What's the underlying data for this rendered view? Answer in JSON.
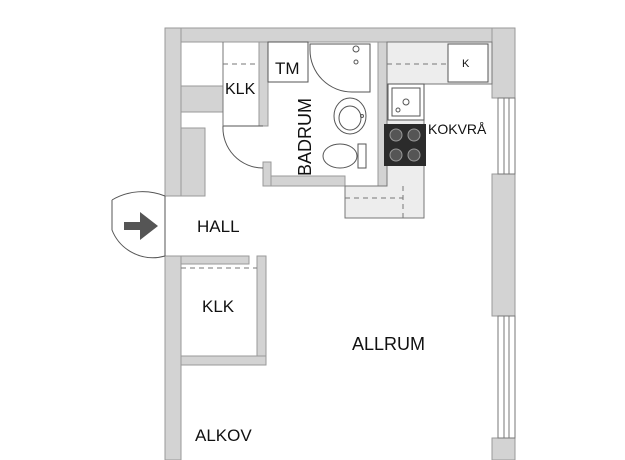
{
  "rooms": {
    "klk_top": "KLK",
    "tm": "TM",
    "badrum": "BADRUM",
    "k": "K",
    "kokvra": "KOKVRÅ",
    "hall": "HALL",
    "klk_bottom": "KLK",
    "allrum": "ALLRUM",
    "alkov": "ALKOV"
  },
  "icons": {
    "entrance": "entrance-arrow-icon",
    "door": "door-swing-icon",
    "shower": "shower-icon",
    "sink": "sink-icon",
    "toilet": "toilet-icon",
    "kitchen_sink": "kitchen-sink-icon",
    "stove": "stove-icon",
    "window": "window-icon"
  },
  "colors": {
    "wall": "#d3d3d3",
    "wall_stroke": "#9a9a9a",
    "fixture_stroke": "#555555",
    "stove": "#2b2b2b",
    "counter": "#ededed",
    "arrow": "#555555"
  }
}
